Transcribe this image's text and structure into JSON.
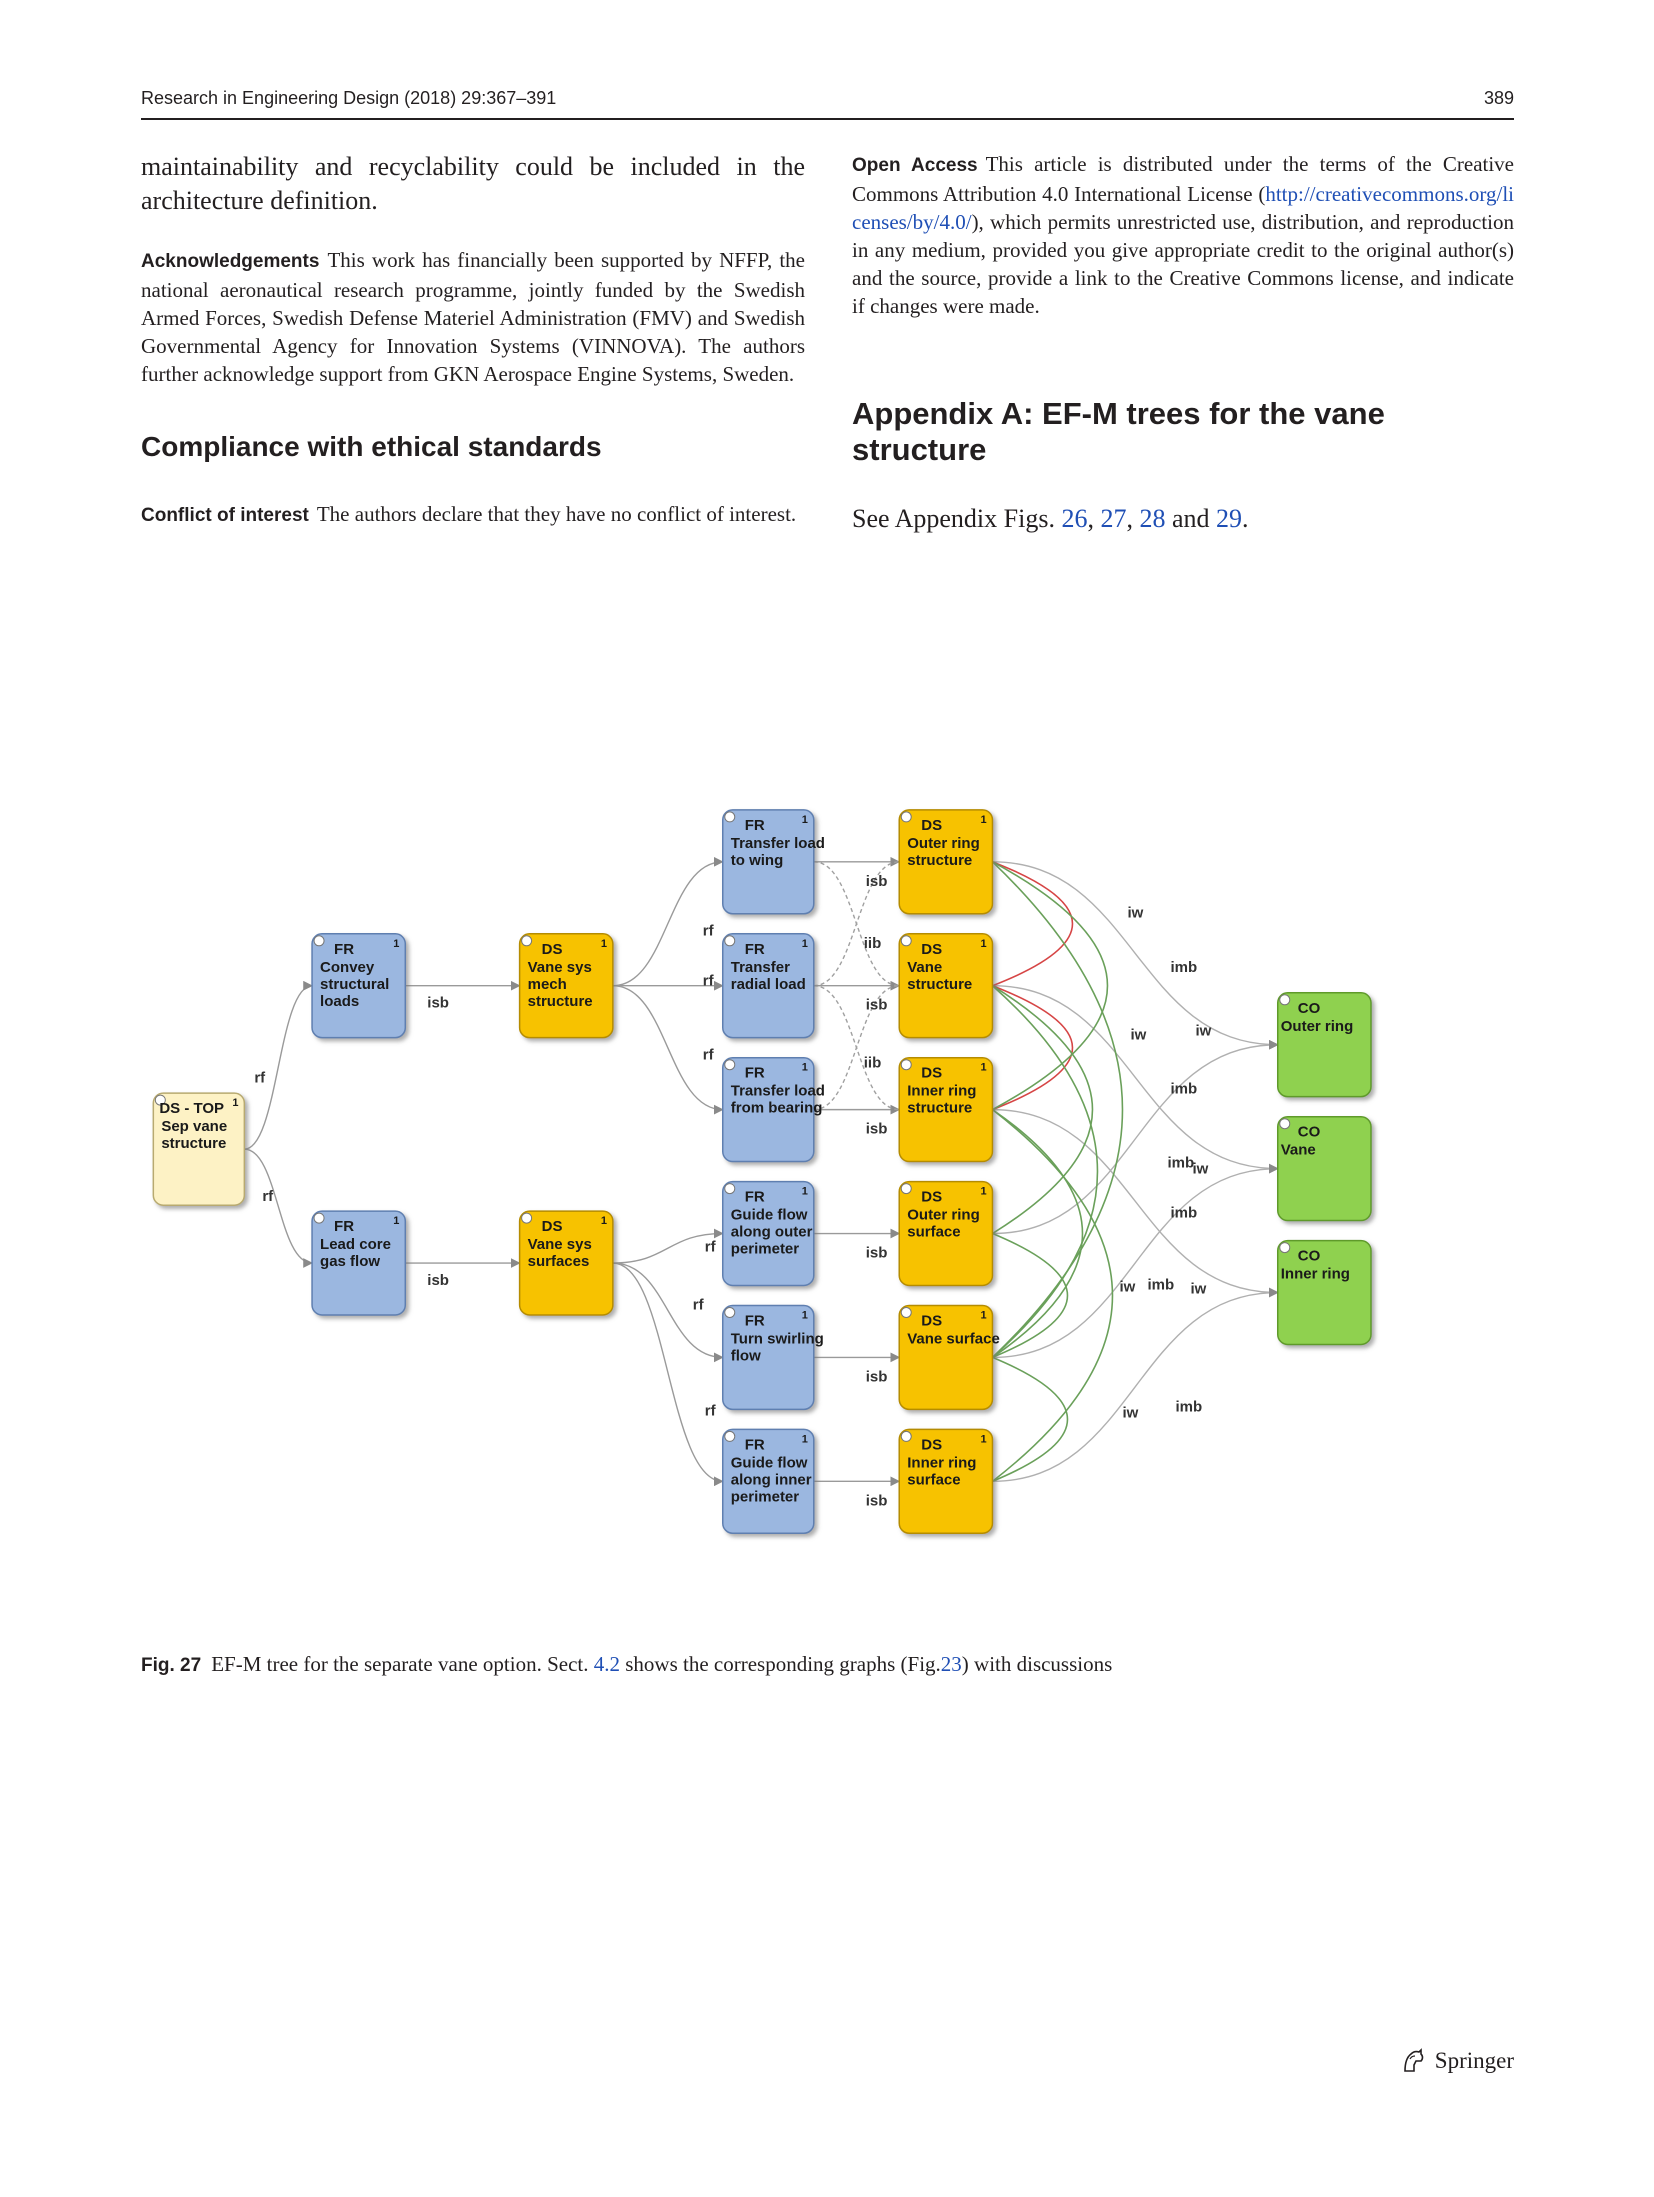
{
  "running_head": {
    "journal": "Research in Engineering Design (2018) 29:367–391",
    "page_number": "389"
  },
  "left_column": {
    "continuation": "maintainability and recyclability could be included in the architecture definition.",
    "acknowledgements_label": "Acknowledgements",
    "acknowledgements_text": "This work has financially been supported by NFFP, the national aeronautical research programme, jointly funded by the Swedish Armed Forces, Swedish Defense Materiel Administration (FMV) and Swedish Governmental Agency for Innovation Systems (VINNOVA). The authors further acknowledge support from GKN Aerospace Engine Systems, Sweden.",
    "compliance_heading": "Compliance with ethical standards",
    "conflict_label": "Conflict of interest",
    "conflict_text": "The authors declare that they have no conflict of interest."
  },
  "right_column": {
    "open_access_label": "Open Access",
    "open_access_text_1": "This article is distributed under the terms of the Creative Commons Attribution 4.0 International License (",
    "open_access_link": "http://creativecommons.org/licenses/by/4.0/",
    "open_access_text_2": "), which permits unrestricted use, distribution, and reproduction in any medium, provided you give appropriate credit to the original author(s) and the source, provide a link to the Creative Commons license, and indicate if changes were made.",
    "appendix_heading": "Appendix A: EF-M trees for the vane structure",
    "appendix_text_prefix": "See Appendix Figs.",
    "fig_refs": [
      "26",
      "27",
      "28",
      "29"
    ],
    "sep_comma": ",",
    "sep_and": "and",
    "end_period": "."
  },
  "figure": {
    "nodes": {
      "top": {
        "type": "DS - TOP",
        "label": [
          "Sep vane",
          "structure"
        ],
        "count": "1"
      },
      "fr_convey": {
        "type": "FR",
        "label": [
          "Convey",
          "structural",
          "loads"
        ],
        "count": "1"
      },
      "ds_mech": {
        "type": "DS",
        "label": [
          "Vane sys",
          "mech",
          "structure"
        ],
        "count": "1"
      },
      "fr_lead": {
        "type": "FR",
        "label": [
          "Lead core",
          "gas flow"
        ],
        "count": "1"
      },
      "ds_surf": {
        "type": "DS",
        "label": [
          "Vane sys",
          "surfaces"
        ],
        "count": "1"
      },
      "fr_wing": {
        "type": "FR",
        "label": [
          "Transfer load",
          "to wing"
        ],
        "count": "1"
      },
      "fr_radial": {
        "type": "FR",
        "label": [
          "Transfer",
          "radial load"
        ],
        "count": "1"
      },
      "fr_bearing": {
        "type": "FR",
        "label": [
          "Transfer load",
          "from bearing"
        ],
        "count": "1"
      },
      "fr_outer": {
        "type": "FR",
        "label": [
          "Guide flow",
          "along outer",
          "perimeter"
        ],
        "count": "1"
      },
      "fr_swirl": {
        "type": "FR",
        "label": [
          "Turn swirling",
          "flow"
        ],
        "count": "1"
      },
      "fr_inner": {
        "type": "FR",
        "label": [
          "Guide flow",
          "along inner",
          "perimeter"
        ],
        "count": "1"
      },
      "ds_outer_struct": {
        "type": "DS",
        "label": [
          "Outer ring",
          "structure"
        ],
        "count": "1"
      },
      "ds_vane_struct": {
        "type": "DS",
        "label": [
          "Vane",
          "structure"
        ],
        "count": "1"
      },
      "ds_inner_struct": {
        "type": "DS",
        "label": [
          "Inner ring",
          "structure"
        ],
        "count": "1"
      },
      "ds_outer_surf": {
        "type": "DS",
        "label": [
          "Outer ring",
          "surface"
        ],
        "count": "1"
      },
      "ds_vane_surf": {
        "type": "DS",
        "label": [
          "Vane surface"
        ],
        "count": "1"
      },
      "ds_inner_surf": {
        "type": "DS",
        "label": [
          "Inner ring",
          "surface"
        ],
        "count": "1"
      },
      "co_outer": {
        "type": "CO",
        "label": [
          "Outer ring"
        ]
      },
      "co_vane": {
        "type": "CO",
        "label": [
          "Vane"
        ]
      },
      "co_inner": {
        "type": "CO",
        "label": [
          "Inner ring"
        ]
      }
    },
    "edge_labels": {
      "rf": "rf",
      "isb": "isb",
      "iib": "iib",
      "iw": "iw",
      "imb": "imb"
    },
    "colors": {
      "fr": "#9bb7e0",
      "fr_border": "#5f7fb0",
      "ds": "#f7c200",
      "ds_border": "#b58c00",
      "co": "#8fd14f",
      "co_border": "#5f9a2c",
      "top": "#fdf2c5",
      "top_border": "#b8aa70",
      "edge": "#9a9a9a",
      "iw_edge": "#d64545",
      "imb_edge": "#6aa05a"
    }
  },
  "caption": {
    "label": "Fig. 27",
    "text_1": "EF-M tree for the separate vane option. Sect.",
    "sect_ref": "4.2",
    "text_2": "shows the corresponding graphs (Fig.",
    "fig_ref": "23",
    "text_3": ") with discussions"
  },
  "footer": {
    "publisher": "Springer"
  }
}
